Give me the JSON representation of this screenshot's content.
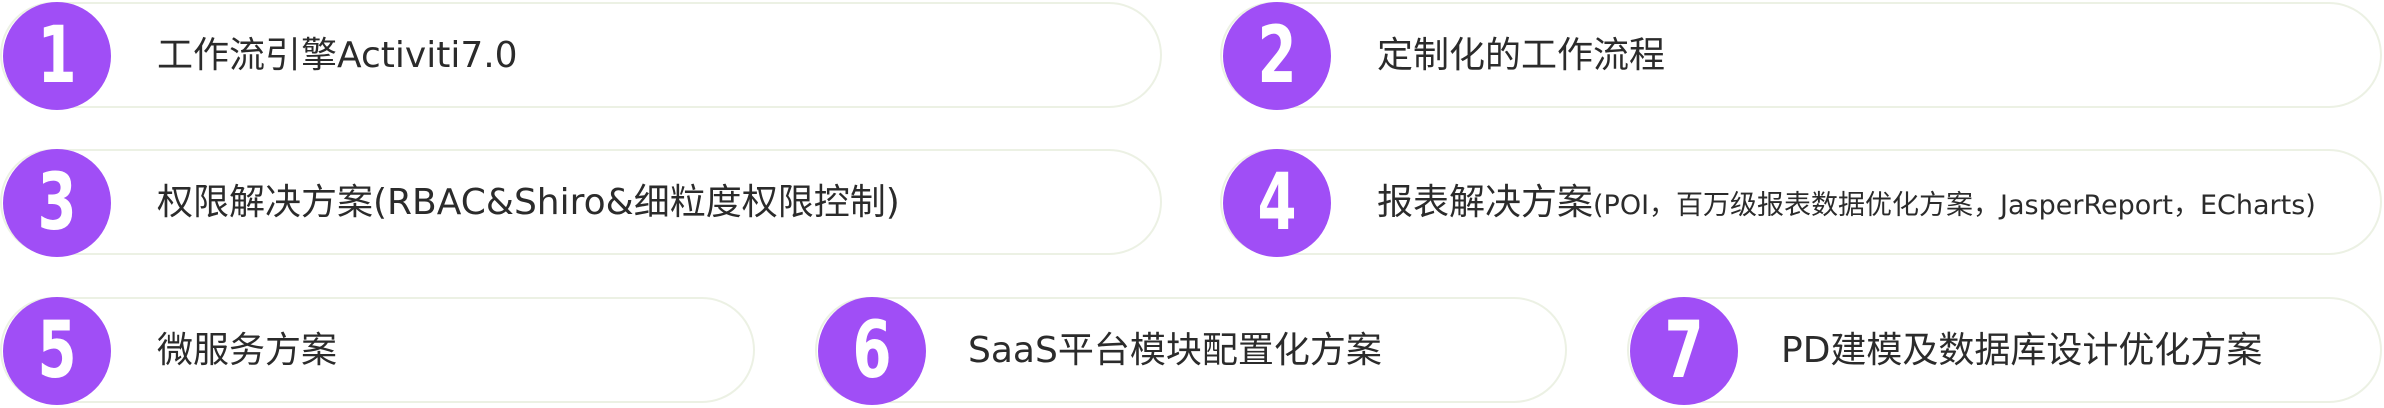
{
  "colors": {
    "badge": "#A04EF6",
    "border": "#ECF1E4",
    "text": "#2b2b2b"
  },
  "items": [
    {
      "number": "1",
      "label": "工作流引擎Activiti7.0"
    },
    {
      "number": "2",
      "label": "定制化的工作流程"
    },
    {
      "number": "3",
      "label": "权限解决方案(RBAC&Shiro&细粒度权限控制)"
    },
    {
      "number": "4",
      "label_main": "报表解决方案",
      "label_detail": "(POI，百万级报表数据优化方案，JasperReport，ECharts)"
    },
    {
      "number": "5",
      "label": "微服务方案"
    },
    {
      "number": "6",
      "label": "SaaS平台模块配置化方案"
    },
    {
      "number": "7",
      "label": "PD建模及数据库设计优化方案"
    }
  ]
}
